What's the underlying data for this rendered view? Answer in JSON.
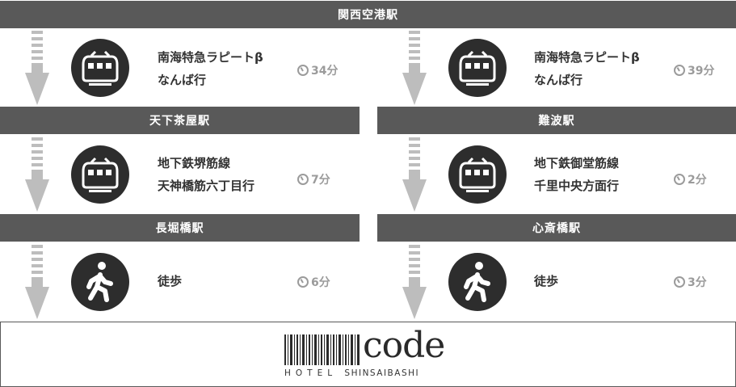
{
  "stations": {
    "kansai_airport": "関西空港駅",
    "tengachaya": "天下茶屋駅",
    "namba": "難波駅",
    "nagahoribashi": "長堀橋駅",
    "shinsaibashi": "心斎橋駅"
  },
  "left_route": {
    "seg1": {
      "line1": "南海特急ラピートβ",
      "line2": "なんば行",
      "duration": "34分"
    },
    "seg2": {
      "line1": "地下鉄堺筋線",
      "line2": "天神橋筋六丁目行",
      "duration": "7分"
    },
    "seg3": {
      "line1": "徒歩",
      "duration": "6分"
    }
  },
  "right_route": {
    "seg1": {
      "line1": "南海特急ラピートβ",
      "line2": "なんば行",
      "duration": "39分"
    },
    "seg2": {
      "line1": "地下鉄御堂筋線",
      "line2": "千里中央方面行",
      "duration": "2分"
    },
    "seg3": {
      "line1": "徒歩",
      "duration": "3分"
    }
  },
  "hotel": {
    "logo_word": "code",
    "tagline_hotel": "HOTEL",
    "tagline_area": "SHINSAIBASHI"
  },
  "icons": {
    "train": "train-icon",
    "walk": "walking-person-icon",
    "clock": "clock-icon",
    "arrow": "down-arrow-icon"
  },
  "colors": {
    "bar": "#595959",
    "circle": "#2d2d2d",
    "arrow": "#bdbdbd",
    "muted_text": "#9b9b9b"
  }
}
